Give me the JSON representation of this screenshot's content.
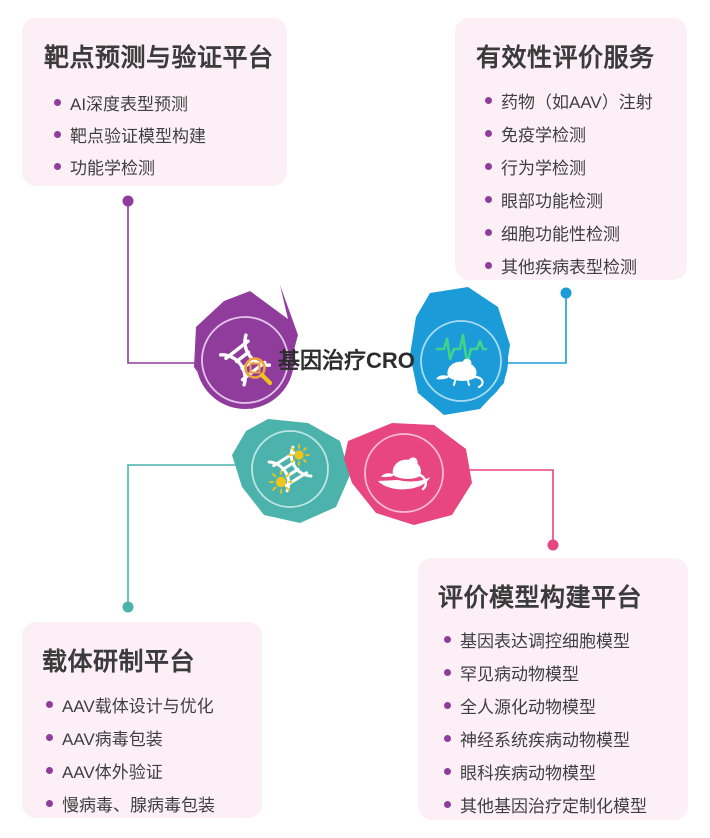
{
  "center": {
    "label": "基因治疗CRO"
  },
  "palette": {
    "purple": "#8f3c9c",
    "blue": "#1b9bd8",
    "teal": "#4cb3ac",
    "pink": "#e8467f",
    "card_bg": "#fcf0f6",
    "bullet": "#8f3c9c",
    "title": "#3b3b3b",
    "body_text": "#3f3f3f",
    "icon_accent_yellow": "#f0c419",
    "icon_accent_green": "#3ed48a",
    "page_bg": "#ffffff"
  },
  "nodes": [
    {
      "id": "target-prediction",
      "color_key": "purple",
      "icon": "dna-magnifier-icon"
    },
    {
      "id": "vector-development",
      "color_key": "teal",
      "icon": "dna-virus-icon"
    },
    {
      "id": "animal-model",
      "color_key": "pink",
      "icon": "mouse-in-hand-icon"
    },
    {
      "id": "efficacy-evaluation",
      "color_key": "blue",
      "icon": "mouse-ecg-icon"
    }
  ],
  "cards": {
    "target": {
      "title": "靶点预测与验证平台",
      "accent": "#8f3c9c",
      "items": [
        "AI深度表型预测",
        "靶点验证模型构建",
        "功能学检测"
      ]
    },
    "efficacy": {
      "title": "有效性评价服务",
      "accent": "#1b9bd8",
      "items": [
        "药物（如AAV）注射",
        "免疫学检测",
        "行为学检测",
        "眼部功能检测",
        "细胞功能性检测",
        "其他疾病表型检测"
      ]
    },
    "vector": {
      "title": "载体研制平台",
      "accent": "#4cb3ac",
      "items": [
        "AAV载体设计与优化",
        "AAV病毒包装",
        "AAV体外验证",
        "慢病毒、腺病毒包装"
      ]
    },
    "model": {
      "title": "评价模型构建平台",
      "accent": "#e8467f",
      "items": [
        "基因表达调控细胞模型",
        "罕见病动物模型",
        "全人源化动物模型",
        "神经系统疾病动物模型",
        "眼科疾病动物模型",
        "其他基因治疗定制化模型"
      ]
    }
  }
}
